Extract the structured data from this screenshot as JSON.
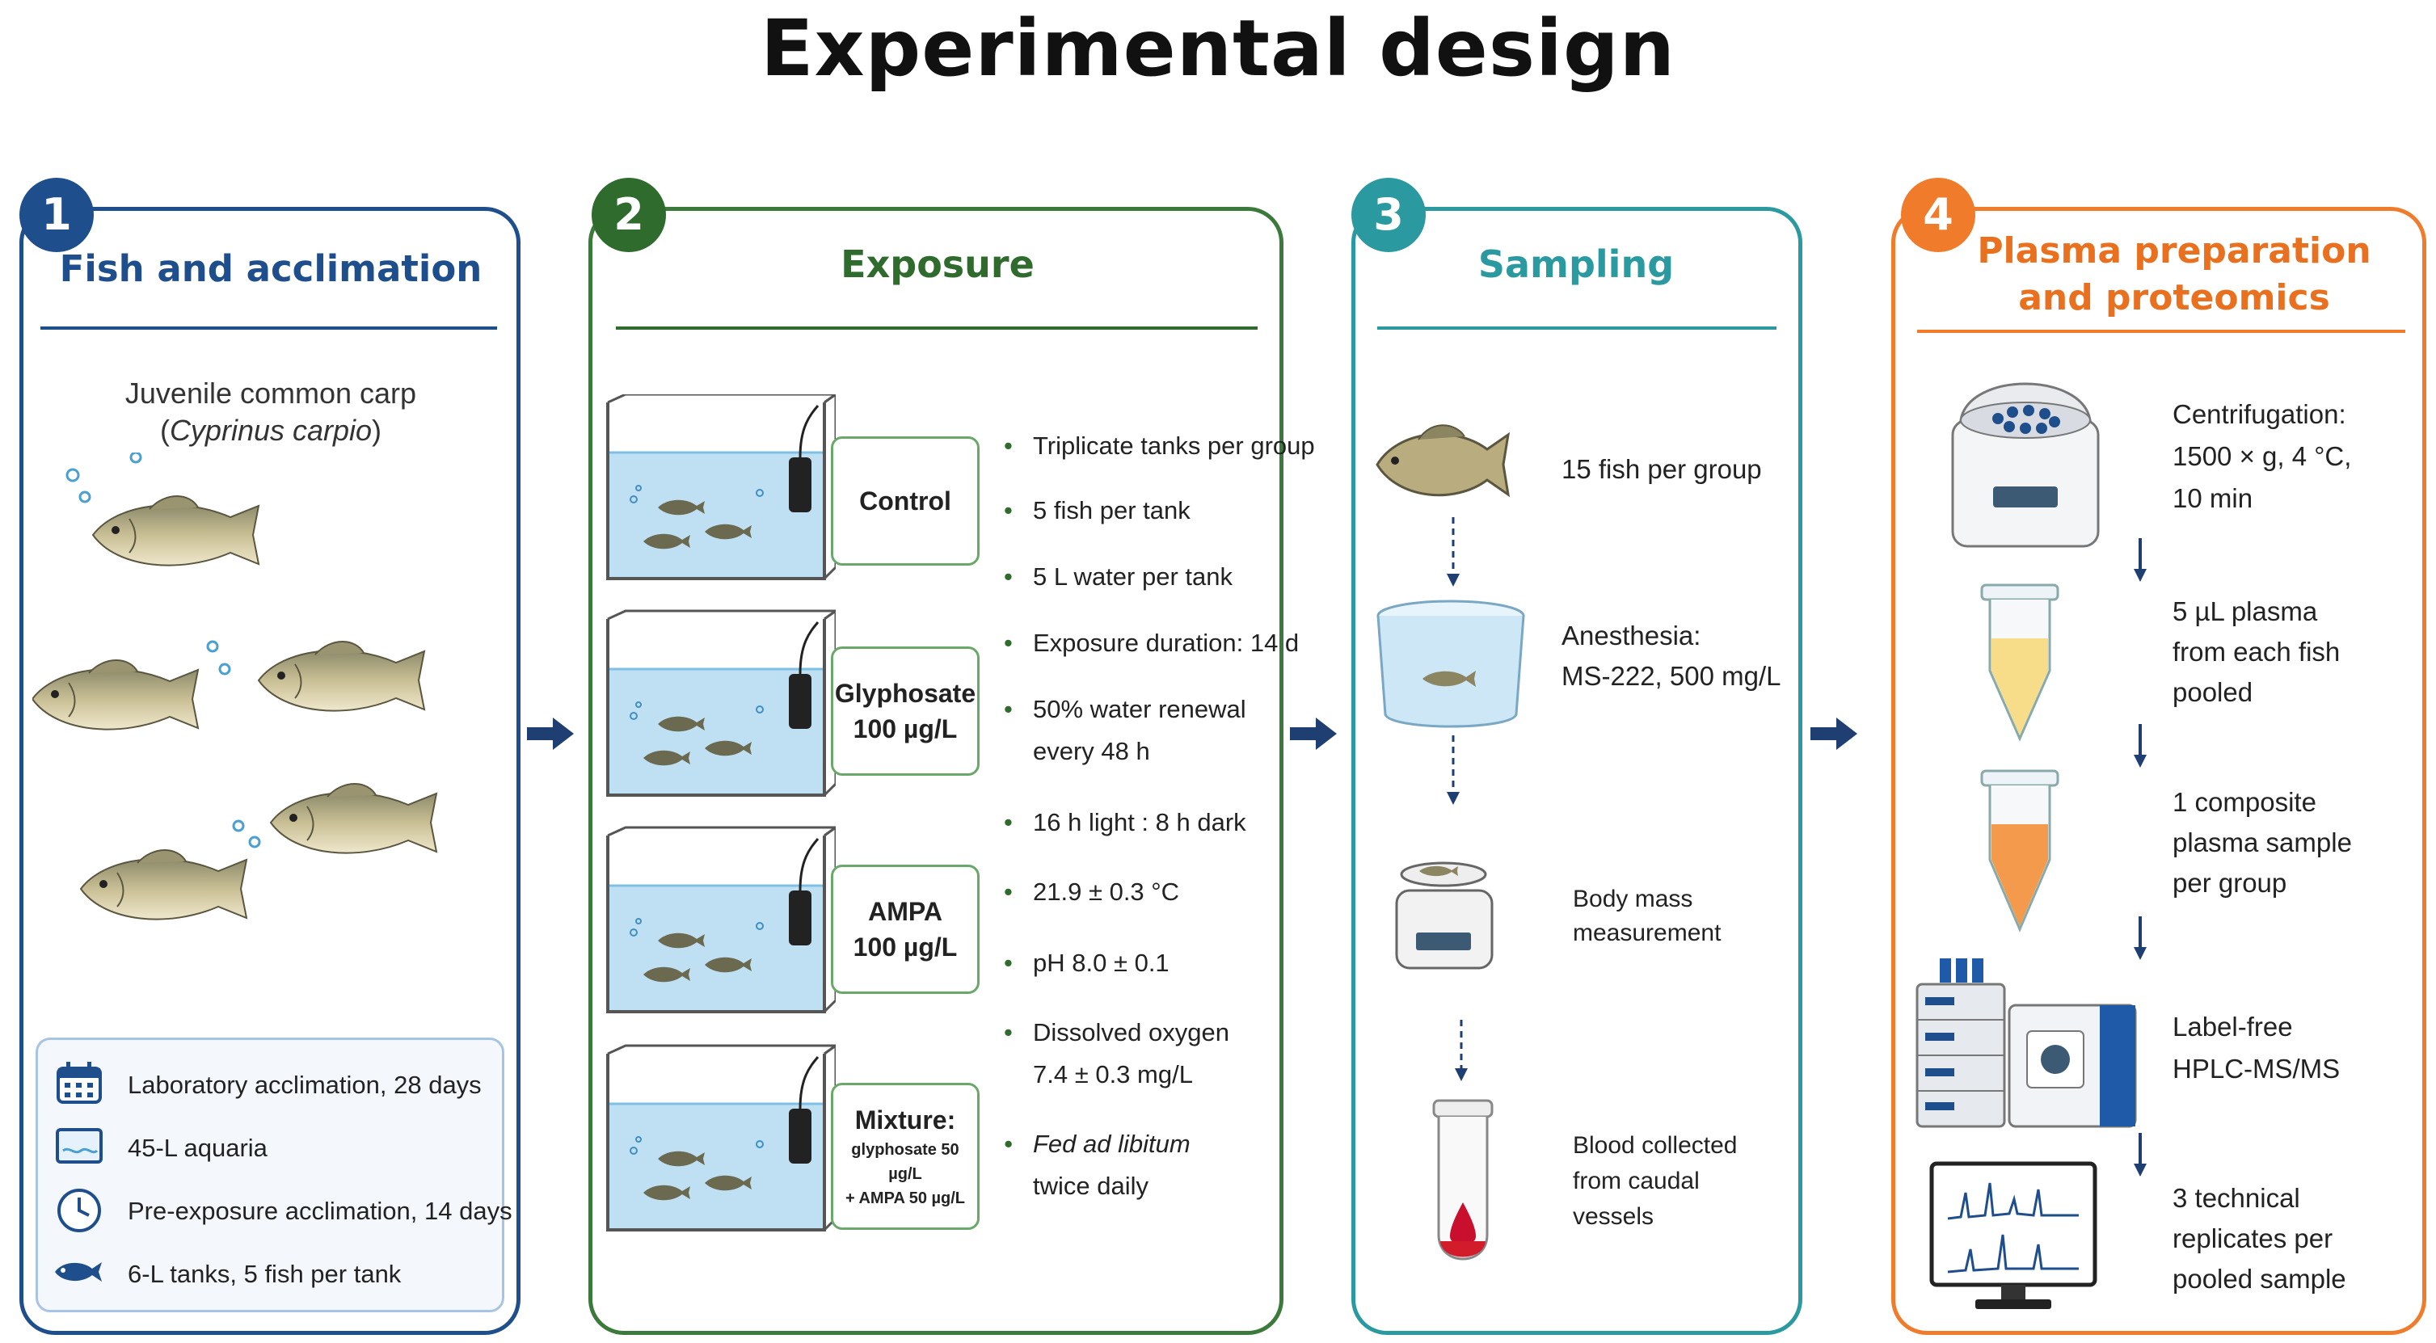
{
  "title": "Experimental design",
  "panels": [
    {
      "number": "1",
      "title": "Fish and acclimation",
      "species_line1": "Juvenile common carp",
      "species_open": "(",
      "species_latin": "Cyprinus carpio",
      "species_close": ")",
      "info": [
        {
          "icon": "calendar-icon",
          "text": "Laboratory acclimation, 28 days"
        },
        {
          "icon": "aquarium-icon",
          "text": "45-L aquaria"
        },
        {
          "icon": "clock-icon",
          "text": "Pre-exposure acclimation, 14 days"
        },
        {
          "icon": "fish-icon",
          "text": "6-L tanks, 5 fish per tank"
        }
      ]
    },
    {
      "number": "2",
      "title": "Exposure",
      "conditions": [
        {
          "line1": "Control",
          "line2": "",
          "line3": ""
        },
        {
          "line1": "Glyphosate",
          "line2": "100 µg/L",
          "line3": ""
        },
        {
          "line1": "AMPA",
          "line2": "100 µg/L",
          "line3": ""
        },
        {
          "line1": "Mixture:",
          "line2": "glyphosate 50 µg/L",
          "line3": "+ AMPA 50 µg/L"
        }
      ],
      "bullets": [
        {
          "line1": "Triplicate tanks per group",
          "line2": ""
        },
        {
          "line1": "5 fish per tank",
          "line2": ""
        },
        {
          "line1": "5 L water per tank",
          "line2": ""
        },
        {
          "line1": "Exposure duration: 14 d",
          "line2": ""
        },
        {
          "line1": "50% water renewal",
          "line2": "every 48 h"
        },
        {
          "line1": "16 h light : 8 h dark",
          "line2": ""
        },
        {
          "line1": "21.9 ± 0.3 °C",
          "line2": ""
        },
        {
          "line1": "pH 8.0 ± 0.1",
          "line2": ""
        },
        {
          "line1": "Dissolved oxygen",
          "line2": "7.4 ± 0.3 mg/L"
        },
        {
          "line1": "Fed ad libitum",
          "line2": "twice daily"
        }
      ]
    },
    {
      "number": "3",
      "title": "Sampling",
      "steps": [
        {
          "line1": "15 fish per group",
          "line2": "",
          "line3": ""
        },
        {
          "line1": "Anesthesia:",
          "line2": "MS-222, 500 mg/L",
          "line3": ""
        },
        {
          "line1": "Body mass",
          "line2": "measurement",
          "line3": ""
        },
        {
          "line1": "Blood collected",
          "line2": "from caudal",
          "line3": "vessels"
        }
      ]
    },
    {
      "number": "4",
      "title_line1": "Plasma preparation",
      "title_line2": "and proteomics",
      "steps": [
        {
          "line1": "Centrifugation:",
          "line2": "1500 × g, 4 °C,",
          "line3": "10 min"
        },
        {
          "line1": "5 µL plasma",
          "line2": "from each fish",
          "line3": "pooled"
        },
        {
          "line1": "1 composite",
          "line2": "plasma sample",
          "line3": "per group"
        },
        {
          "line1": "Label-free",
          "line2": "HPLC-MS/MS",
          "line3": ""
        },
        {
          "line1": "3 technical",
          "line2": "replicates per",
          "line3": "pooled sample"
        }
      ]
    }
  ],
  "colors": {
    "panel1": "#1f4e8c",
    "panel2": "#2e6b2d",
    "panel3": "#2a9aa0",
    "panel4": "#f07b2a",
    "arrow": "#1f3f73"
  }
}
